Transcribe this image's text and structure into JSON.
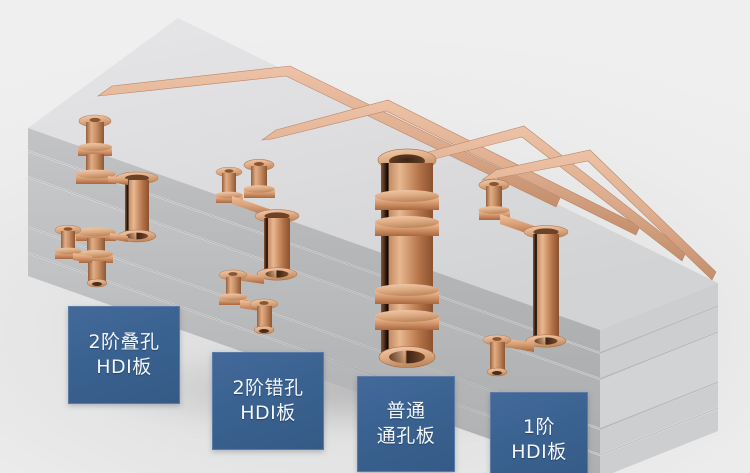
{
  "figure": {
    "title": "HDI PCB via-structure cutaway",
    "background_color": "#ededed"
  },
  "board": {
    "substrate_top_color": "#dcdcde",
    "substrate_front_color": "#b9babc",
    "substrate_side_color": "#cbcccd",
    "copper_color": "#c98a61",
    "copper_light_color": "#e3b49a",
    "layer_count": 5,
    "layers": [
      {
        "id": "L1",
        "role": "top-buildup"
      },
      {
        "id": "L2",
        "role": "buildup"
      },
      {
        "id": "L3",
        "role": "core"
      },
      {
        "id": "L4",
        "role": "buildup"
      },
      {
        "id": "L5",
        "role": "bottom-buildup"
      }
    ]
  },
  "labels": [
    {
      "id": "stacked-2nd-order",
      "line1": "2阶叠孔",
      "line2": "HDI板"
    },
    {
      "id": "staggered-2nd-order",
      "line1": "2阶错孔",
      "line2": "HDI板"
    },
    {
      "id": "plated-through-hole",
      "line1": "普通",
      "line2": "通孔板"
    },
    {
      "id": "first-order-hdi",
      "line1": "1阶",
      "line2": "HDI板"
    }
  ],
  "label_style": {
    "fill": "#3a6290",
    "border": "#5b7ba6",
    "text_color": "#f3f6fa"
  },
  "vias": [
    {
      "id": "via-stacked",
      "type": "stacked microvia",
      "label_ref": "stacked-2nd-order"
    },
    {
      "id": "via-staggered",
      "type": "staggered microvia",
      "label_ref": "staggered-2nd-order"
    },
    {
      "id": "via-through",
      "type": "plated through hole",
      "label_ref": "plated-through-hole"
    },
    {
      "id": "via-first-order",
      "type": "single microvia + buried via",
      "label_ref": "first-order-hdi"
    }
  ],
  "traces": {
    "count": 4,
    "description": "copper surface traces on top layer"
  }
}
